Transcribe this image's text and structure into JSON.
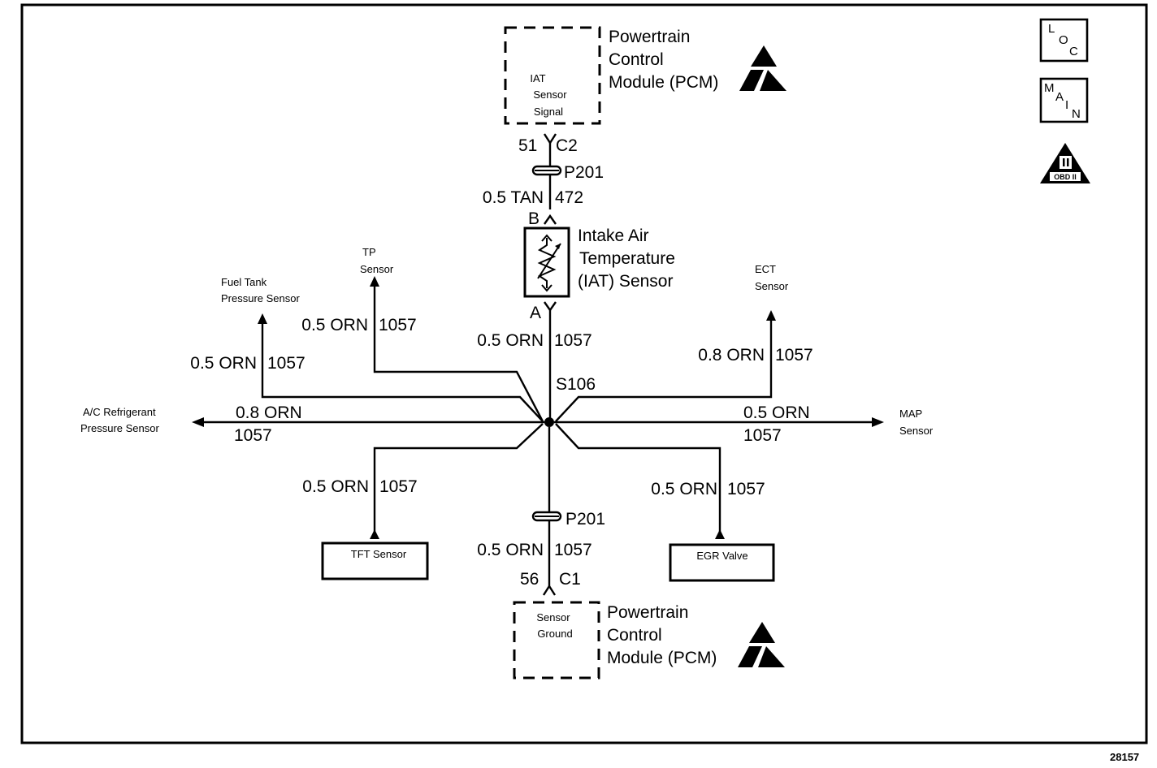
{
  "pcm_top": {
    "title_lines": [
      "Powertrain",
      "Control",
      "Module (PCM)"
    ],
    "signal_lines": [
      "IAT",
      "Sensor",
      "Signal"
    ],
    "pin": "51",
    "connector": "C2"
  },
  "pcm_bottom": {
    "title_lines": [
      "Powertrain",
      "Control",
      "Module (PCM)"
    ],
    "signal_lines": [
      "Sensor",
      "Ground"
    ],
    "pin": "56",
    "connector": "C1"
  },
  "splices": {
    "top_p201": "P201",
    "bottom_p201": "P201",
    "junction": "S106"
  },
  "iat_sensor": {
    "name_lines": [
      "Intake Air",
      "Temperature",
      "(IAT) Sensor"
    ],
    "terminal_b": "B",
    "terminal_a": "A"
  },
  "wires": {
    "pcm_to_iat": {
      "gauge": "0.5 TAN",
      "circuit": "472"
    },
    "iat_to_s106": {
      "gauge": "0.5 ORN",
      "circuit": "1057"
    },
    "tp": {
      "gauge": "0.5 ORN",
      "circuit": "1057"
    },
    "fuel_tank": {
      "gauge": "0.5 ORN",
      "circuit": "1057"
    },
    "ect": {
      "gauge": "0.8 ORN",
      "circuit": "1057"
    },
    "ac": {
      "gauge": "0.8 ORN",
      "circuit": "1057"
    },
    "map": {
      "gauge": "0.5 ORN",
      "circuit": "1057"
    },
    "tft": {
      "gauge": "0.5 ORN",
      "circuit": "1057"
    },
    "egr": {
      "gauge": "0.5 ORN",
      "circuit": "1057"
    },
    "to_pcm_ground": {
      "gauge": "0.5 ORN",
      "circuit": "1057"
    }
  },
  "components": {
    "tp_lines": [
      "TP",
      "Sensor"
    ],
    "fuel_tank_lines": [
      "Fuel Tank",
      "Pressure Sensor"
    ],
    "ect_lines": [
      "ECT",
      "Sensor"
    ],
    "ac_lines": [
      "A/C Refrigerant",
      "Pressure Sensor"
    ],
    "map_lines": [
      "MAP",
      "Sensor"
    ],
    "tft": "TFT Sensor",
    "egr": "EGR Valve"
  },
  "side_icons": {
    "loc_letters": [
      "L",
      "O",
      "C"
    ],
    "main_letters": [
      "M",
      "A",
      "I",
      "N"
    ],
    "obd": "OBD II"
  },
  "figure_number": "28157"
}
